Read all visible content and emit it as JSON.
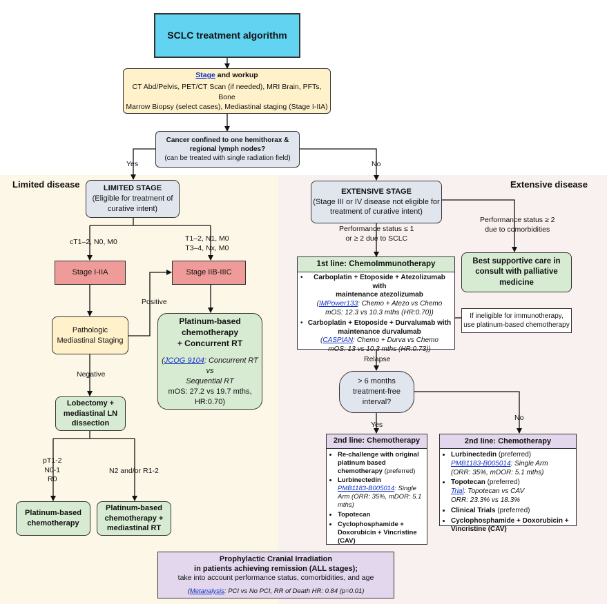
{
  "title": "SCLC treatment algorithm",
  "stage": {
    "link": "Stage",
    "heading_rest": " and workup",
    "line1": "CT Abd/Pelvis, PET/CT Scan (if needed), MRI Brain, PFTs, Bone",
    "line2": "Marrow Biopsy (select cases), Mediastinal staging (Stage I-IIA)"
  },
  "question": {
    "line1": "Cancer confined to one hemithorax &",
    "line2": "regional lymph nodes?",
    "line3": "(can be treated with single radiation field)"
  },
  "labels": {
    "yes": "Yes",
    "no": "No",
    "limited_disease": "Limited disease",
    "extensive_disease": "Extensive disease",
    "cT_left": "cT1–2, N0, M0",
    "cT_right1": "T1–2, N1, M0",
    "cT_right2": "T3–4, Nx, M0",
    "positive": "Positive",
    "negative": "Negative",
    "pT1": "pT1-2",
    "pT2": "N0-1",
    "pT3": "R0",
    "n2": "N2 and/or R1-2",
    "ps_low1": "Performance status ≤ 1",
    "ps_low2": "or ≥ 2 due to SCLC",
    "ps_high1": "Performance status ≥ 2",
    "ps_high2": "due to comorbidities",
    "relapse": "Relapse",
    "yes2": "Yes",
    "no2": "No"
  },
  "limited": {
    "title": "LIMITED STAGE",
    "line1": "(Eligible for treatment of",
    "line2": "curative intent)"
  },
  "extensive": {
    "title": "EXTENSIVE STAGE",
    "line1": "(Stage III or IV disease not eligible for",
    "line2": "treatment of curative intent)"
  },
  "stage_i_iia": "Stage I-IIA",
  "stage_iib_iiic": "Stage IIB-IIIC",
  "pathologic": {
    "line1": "Pathologic",
    "line2": "Mediastinal Staging"
  },
  "platinum_rt": {
    "line1": "Platinum-based",
    "line2": "chemotherapy",
    "line3": "+ Concurrent RT",
    "trial": "JCOG 9104",
    "trial_rest": ": Concurrent RT vs",
    "trial_rest2": "Sequential RT",
    "mos": "mOS: 27.2 vs 19.7 mths,",
    "hr": "HR:0.70)"
  },
  "lobectomy": {
    "line1": "Lobectomy +",
    "line2": "mediastinal LN",
    "line3": "dissection"
  },
  "platinum_chemo": {
    "line1": "Platinum-based",
    "line2": "chemotherapy"
  },
  "platinum_mrt": {
    "line1": "Platinum-based",
    "line2": "chemotherapy +",
    "line3": "mediastinal RT"
  },
  "first_line": {
    "header": "1st line: ChemoImmunotherapy",
    "item1_bold1": "Carboplatin + Etoposide + Atezolizumab with",
    "item1_bold2": "maintenance atezolizumab",
    "item1_trial": "IMPower133",
    "item1_rest": ": Chemo + Atezo vs Chemo",
    "item1_mos": "mOS: 12.3 vs 10.3 mths (HR:0.70))",
    "item2_bold1": "Carboplatin + Etoposide + Durvalumab with",
    "item2_bold2": "maintenance durvalumab",
    "item2_trial": "CASPIAN",
    "item2_rest": ": Chemo + Durva vs Chemo",
    "item2_mos": "mOS: 13 vs 10.3 mths (HR:0.73))"
  },
  "ineligible": {
    "line1": "If ineligible for immunotherapy,",
    "line2": "use platinum-based chemotherapy"
  },
  "bsc": {
    "line1": "Best supportive care in",
    "line2": "consult with palliative",
    "line3": "medicine"
  },
  "interval": {
    "line1": "> 6 months",
    "line2": "treatment-free",
    "line3": "interval?"
  },
  "second_left": {
    "header": "2nd line: Chemotherapy",
    "i1_bold": "Re-challenge with original platinum based chemotherapy",
    "i1_rest": " (preferred)",
    "i2_bold": "Lurbinectedin",
    "i2_trial": "PMB1183-B005014",
    "i2_rest": ": Single Arm (ORR: 35%, mDOR: 5.1 mths)",
    "i3_bold": "Topotecan",
    "i4_bold": "Cyclophosphamide + Doxorubicin + Vincristine (CAV)"
  },
  "second_right": {
    "header": "2nd line: Chemotherapy",
    "i1_bold": "Lurbinectedin",
    "i1_rest": " (preferred)",
    "i1_trial": "PMB1183-B005014",
    "i1_trial_rest": ": Single Arm",
    "i1_stats": "(ORR: 35%, mDOR: 5.1 mths)",
    "i2_bold": "Topotecan",
    "i2_rest": " (preferred)",
    "i2_trial": "Trial",
    "i2_trial_rest": ": Topotecan vs CAV",
    "i2_stats": "ORR: 23.3% vs 18.3%",
    "i3_bold": "Clinical Trials",
    "i3_rest": " (preferred)",
    "i4_bold": "Cyclophosphamide + Doxorubicin + Vincristine (CAV)"
  },
  "pci": {
    "line1": "Prophylactic Cranial Irradiation",
    "line2": "in patients achieving remission (ALL stages);",
    "line3": "take into account performance status, comorbidities, and age",
    "trial": "Metanalysis",
    "trial_rest": ": PCI vs No PCI, RR of Death HR: 0.84 (p=0.01)"
  },
  "colors": {
    "title_box": "#62d4f1",
    "workup_box": "#fff1c9",
    "stage_box": "#e1e6ee",
    "stage_red": "#ef9b99",
    "treatment_green": "#d7ead2",
    "second_line_purple": "#e2d7ec",
    "link_blue": "#1030c8"
  }
}
